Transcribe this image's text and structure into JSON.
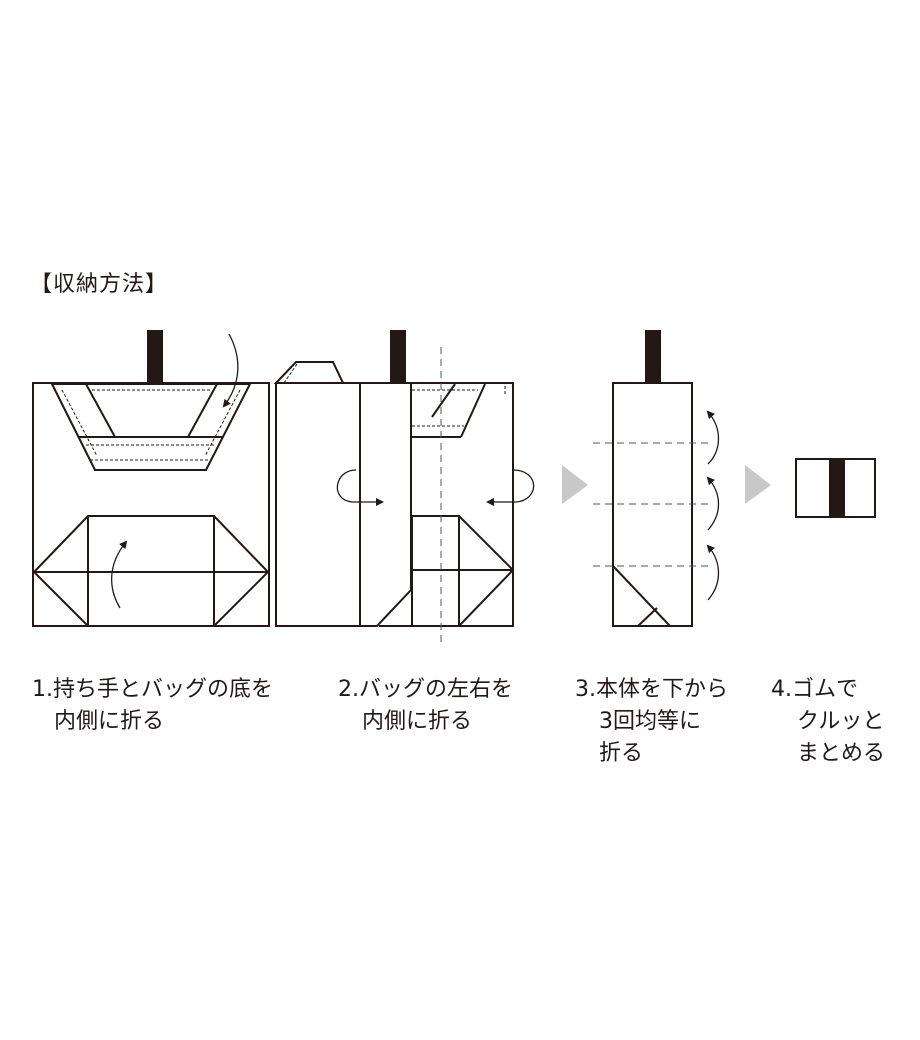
{
  "title": "【収納方法】",
  "steps": [
    {
      "num": "1.",
      "lines": [
        "持ち手とバッグの底を",
        "内側に折る"
      ]
    },
    {
      "num": "2.",
      "lines": [
        "バッグの左右を",
        "内側に折る"
      ]
    },
    {
      "num": "3.",
      "lines": [
        "本体を下から",
        "3回均等に",
        "折る"
      ]
    },
    {
      "num": "4.",
      "lines": [
        "ゴムで",
        "クルッと",
        "まとめる"
      ]
    }
  ],
  "colors": {
    "line": "#231815",
    "handle": "#231815",
    "arrow_gray": "#c8c8c8"
  }
}
